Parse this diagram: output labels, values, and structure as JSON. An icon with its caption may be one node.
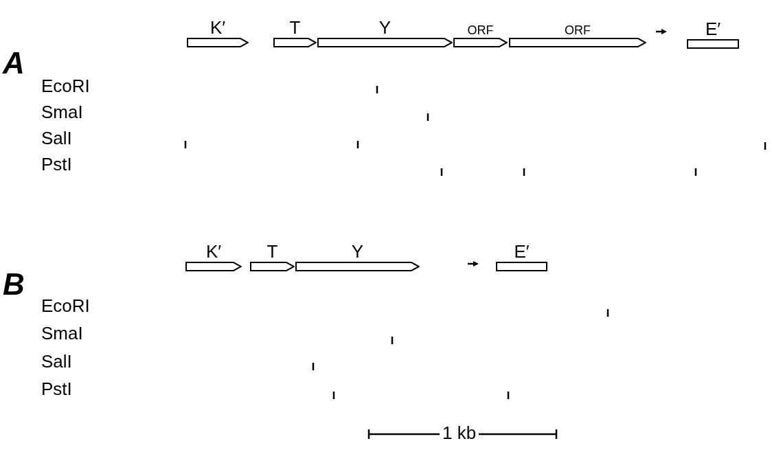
{
  "diagram": {
    "nodes": [
      {
        "text": [
          "K′"
        ]
      },
      {
        "text": [
          "T"
        ]
      },
      {
        "text": [
          "Y"
        ]
      },
      {
        "text": [
          "ORF"
        ]
      },
      {
        "text": [
          "ORF"
        ]
      },
      {
        "text": [
          "E′"
        ]
      },
      {
        "text": [
          "K′"
        ]
      },
      {
        "text": [
          "T"
        ]
      },
      {
        "text": [
          "Y"
        ]
      },
      {
        "text": [
          "E′"
        ]
      }
    ],
    "labels": [
      "A",
      "EcoRI",
      "SmaI",
      "SalI",
      "PstI",
      "B",
      "EcoRI",
      "SmaI",
      "SalI",
      "PstI",
      "1 kb"
    ]
  }
}
